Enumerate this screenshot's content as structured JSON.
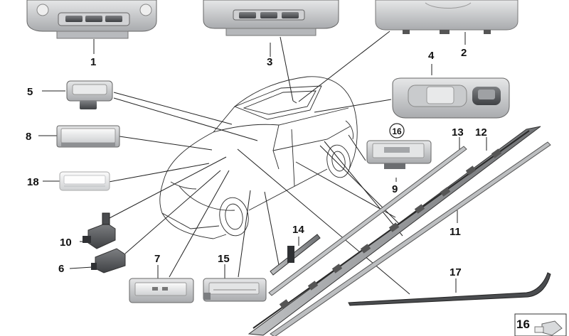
{
  "callouts": {
    "c1": "1",
    "c2": "2",
    "c3": "3",
    "c4": "4",
    "c5": "5",
    "c6": "6",
    "c7": "7",
    "c8": "8",
    "c9": "9",
    "c10": "10",
    "c11": "11",
    "c12": "12",
    "c13": "13",
    "c14": "14",
    "c15": "15",
    "c16_circled": "16",
    "c16_box": "16",
    "c17": "17",
    "c18": "18"
  },
  "colors": {
    "line": "#222222",
    "part_fill": "#d9dadb",
    "part_dark": "#8a8c8f",
    "lens": "#f3f4f4"
  }
}
